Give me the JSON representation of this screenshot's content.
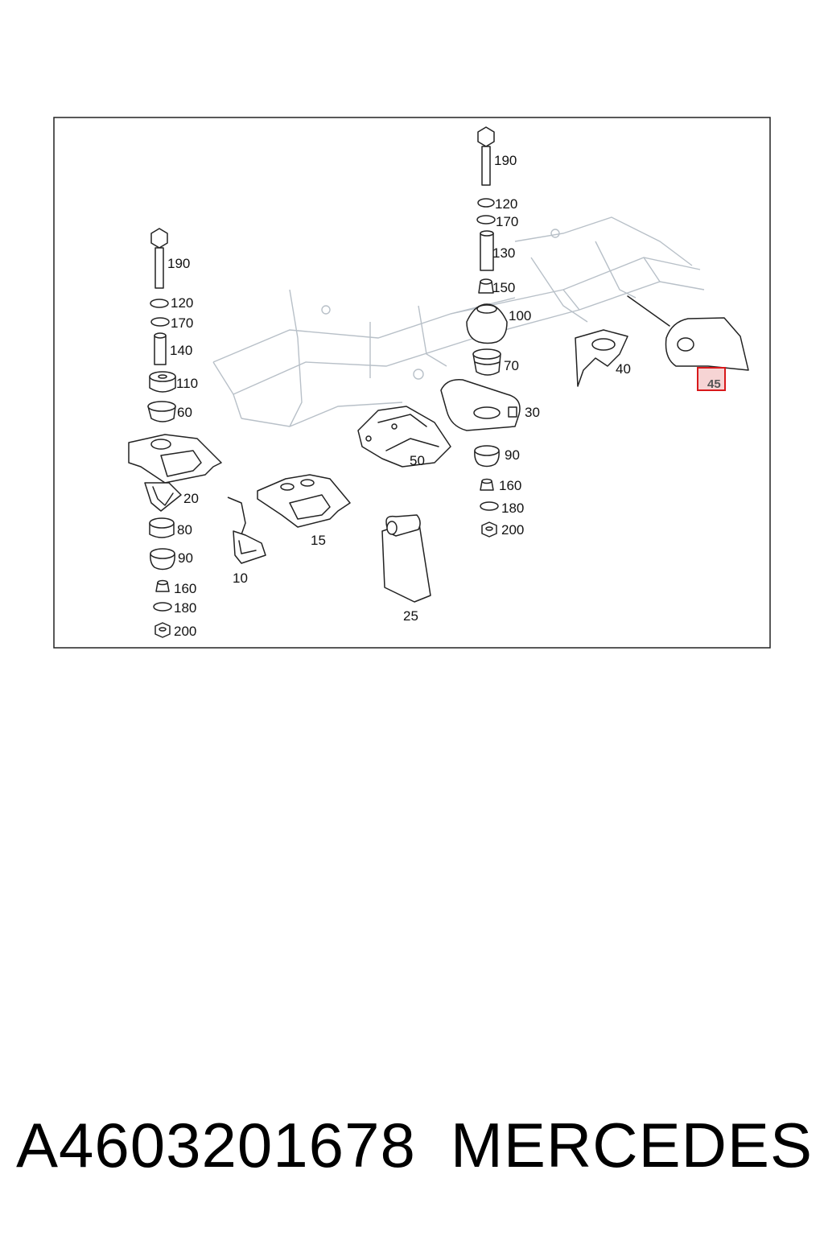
{
  "labels": {
    "l190a": "190",
    "l120a": "120",
    "l170a": "170",
    "l140": "140",
    "l110": "110",
    "l60": "60",
    "l20": "20",
    "l80": "80",
    "l90a": "90",
    "l160a": "160",
    "l180a": "180",
    "l200a": "200",
    "l10": "10",
    "l15": "15",
    "l25": "25",
    "l50": "50",
    "l190b": "190",
    "l120b": "120",
    "l170b": "170",
    "l130": "130",
    "l150": "150",
    "l100": "100",
    "l70": "70",
    "l30": "30",
    "l90b": "90",
    "l160b": "160",
    "l180b": "180",
    "l200b": "200",
    "l40": "40",
    "l45": "45"
  },
  "highlighted_part": "45",
  "caption": {
    "part_number": "A4603201678",
    "brand": "MERCEDES"
  }
}
